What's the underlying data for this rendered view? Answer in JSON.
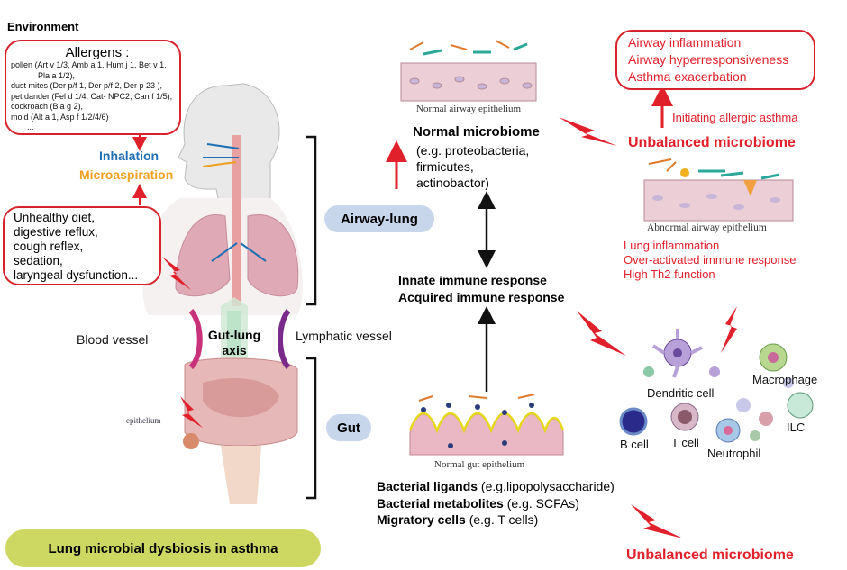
{
  "environment_title": "Environment",
  "allergens": {
    "title": "Allergens :",
    "lines": [
      "pollen (Art v 1/3, Amb a 1, Hum j 1, Bet v 1,",
      "Pla a 1/2),",
      "dust mites (Der p/f 1, Der p/f 2,  Der p 23 ),",
      "pet dander (Fel d 1/4, Cat- NPC2, Can f 1/5),",
      "cockroach (Bla g 2),",
      "mold (Alt a 1, Asp f 1/2/4/6)",
      "..."
    ]
  },
  "inhalation": "Inhalation",
  "microaspiration": "Microaspiration",
  "risk_factors": [
    "Unhealthy diet,",
    "digestive reflux,",
    "cough reflex,",
    "sedation,",
    "laryngeal dysfunction..."
  ],
  "blood_vessel": "Blood vessel",
  "lymphatic_vessel": "Lymphatic vessel",
  "gut_lung_axis": [
    "Gut-lung",
    "axis"
  ],
  "epithelium_label": "epithelium",
  "airway_lung_pill": "Airway-lung",
  "gut_pill": "Gut",
  "normal_airway_caption": "Normal airway epithelium",
  "normal_microbiome": {
    "title": "Normal microbiome",
    "lines": [
      "(e.g.   proteobacteria,",
      "firmicutes,",
      "actinobactor)"
    ]
  },
  "immune": [
    "Innate immune response",
    "Acquired immune response"
  ],
  "normal_gut_caption": "Normal gut epithelium",
  "gut_factors": [
    {
      "bold": "Bacterial ligands",
      "rest": " (e.g.lipopolysaccharide)"
    },
    {
      "bold": "Bacterial metabolites",
      "rest": " (e.g. SCFAs)"
    },
    {
      "bold": "Migratory cells",
      "rest": " (e.g. T cells)"
    }
  ],
  "outcomes": [
    "Airway inflammation",
    "Airway hyperresponsiveness",
    "Asthma exacerbation"
  ],
  "initiating": "Initiating allergic asthma",
  "unbalanced_top": "Unbalanced microbiome",
  "abnormal_caption": "Abnormal airway epithelium",
  "abnormal_effects": [
    "Lung inflammation",
    "Over-activated immune response",
    "High Th2 function"
  ],
  "cells": {
    "dendritic": "Dendritic cell",
    "macrophage": "Macrophage",
    "b": "B cell",
    "t": "T cell",
    "neutrophil": "Neutrophil",
    "ilc": "ILC"
  },
  "unbalanced_bottom": "Unbalanced microbiome",
  "footer": "Lung microbial dysbiosis in asthma",
  "colors": {
    "red": "#e0202a",
    "blue": "#1f6fb5",
    "orange": "#f0a020",
    "pill_blue": "#c8d6ec",
    "footer_green": "#cdd862"
  }
}
